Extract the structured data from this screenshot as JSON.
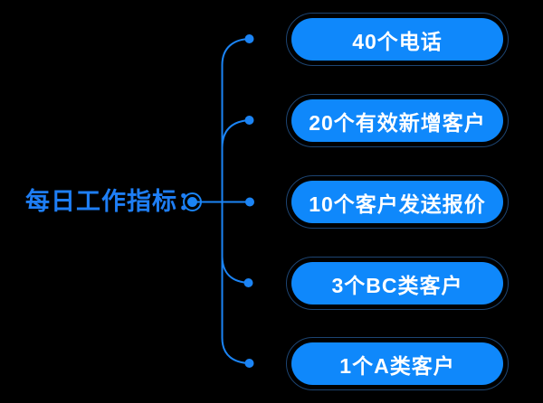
{
  "diagram": {
    "type": "mindmap",
    "title": "每日工作指标：",
    "nodes": [
      {
        "label": "40个电话"
      },
      {
        "label": "20个有效新增客户"
      },
      {
        "label": "10个客户发送报价"
      },
      {
        "label": "3个BC类客户"
      },
      {
        "label": "1个A类客户"
      }
    ]
  },
  "icons": {
    "root_node": "root-node-dot",
    "branch_end": "branch-dot"
  },
  "colors": {
    "background": "#000000",
    "title_text": "#1e7ef5",
    "connector": "#1b84f5",
    "pill_fill": "#0f88fb",
    "pill_outline": "#1c4472",
    "pill_text": "#ffffff"
  }
}
